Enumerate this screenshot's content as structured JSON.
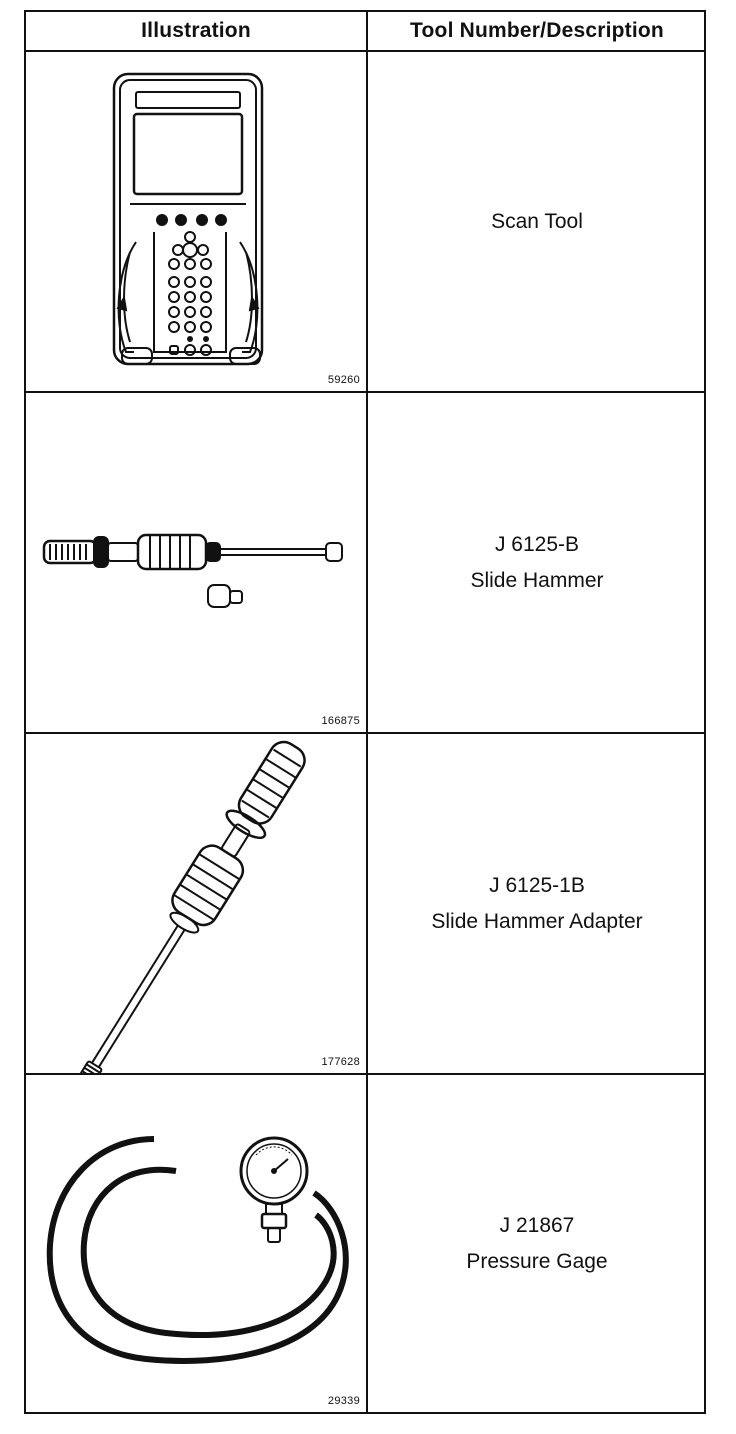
{
  "header": {
    "illustration": "Illustration",
    "tool_number_description": "Tool Number/Description"
  },
  "rows": [
    {
      "figure_number": "59260",
      "tool_number": "",
      "description": "Scan Tool"
    },
    {
      "figure_number": "166875",
      "tool_number": "J 6125-B",
      "description": "Slide Hammer"
    },
    {
      "figure_number": "177628",
      "tool_number": "J 6125-1B",
      "description": "Slide Hammer Adapter"
    },
    {
      "figure_number": "29339",
      "tool_number": "J 21867",
      "description": "Pressure Gage"
    }
  ]
}
